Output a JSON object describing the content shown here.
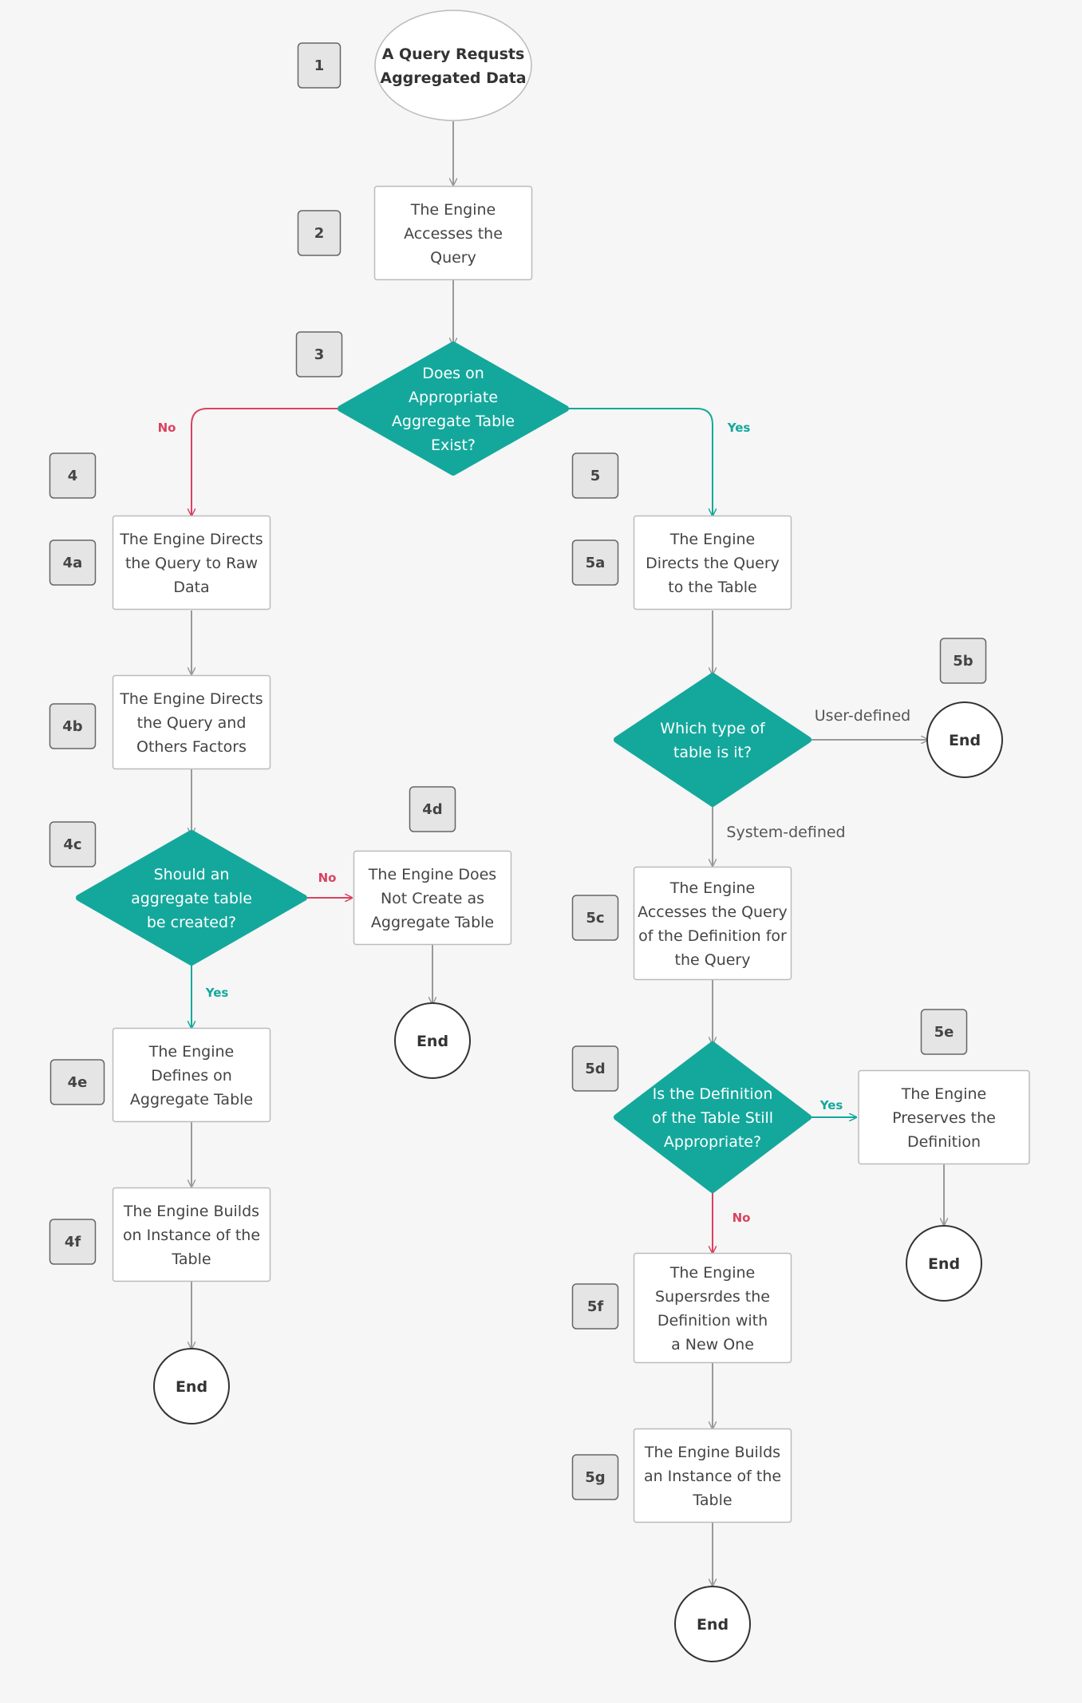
{
  "colors": {
    "teal": "#14a89c",
    "red": "#d9435f",
    "gray_line": "#999999",
    "box_border": "#bbbbbb",
    "step_fill": "#e5e5e5"
  },
  "steps": {
    "s1": "1",
    "s2": "2",
    "s3": "3",
    "s4": "4",
    "s4a": "4a",
    "s4b": "4b",
    "s4c": "4c",
    "s4d": "4d",
    "s4e": "4e",
    "s4f": "4f",
    "s5": "5",
    "s5a": "5a",
    "s5b": "5b",
    "s5c": "5c",
    "s5d": "5d",
    "s5e": "5e",
    "s5f": "5f",
    "s5g": "5g"
  },
  "nodes": {
    "start": [
      "A Query Requsts",
      "Aggregated Data"
    ],
    "n2": [
      "The Engine",
      "Accesses the",
      "Query"
    ],
    "d3": [
      "Does on",
      "Appropriate",
      "Aggregate Table",
      "Exist?"
    ],
    "n4a": [
      "The Engine Directs",
      "the Query to Raw",
      "Data"
    ],
    "n4b": [
      "The Engine Directs",
      "the Query and",
      "Others Factors"
    ],
    "d4c": [
      "Should an",
      "aggregate table",
      "be created?"
    ],
    "n4d": [
      "The Engine Does",
      "Not Create as",
      "Aggregate Table"
    ],
    "n4e": [
      "The Engine",
      "Defines on",
      "Aggregate Table"
    ],
    "n4f": [
      "The Engine Builds",
      "on Instance of the",
      "Table"
    ],
    "n5a": [
      "The Engine",
      "Directs the Query",
      "to the Table"
    ],
    "d5b": [
      "Which type of",
      "table is it?"
    ],
    "n5c": [
      "The Engine",
      "Accesses the Query",
      "of the Definition for",
      "the Query"
    ],
    "d5d": [
      "Is the Definition",
      "of the Table Still",
      "Appropriate?"
    ],
    "n5e": [
      "The Engine",
      "Preserves the",
      "Definition"
    ],
    "n5f": [
      "The Engine",
      "Supersrdes the",
      "Definition with",
      "a New One"
    ],
    "n5g": [
      "The Engine Builds",
      "an Instance of the",
      "Table"
    ],
    "end_label": "End"
  },
  "edge_labels": {
    "d3_no": "No",
    "d3_yes": "Yes",
    "d4c_no": "No",
    "d4c_yes": "Yes",
    "d5b_user": "User-defined",
    "d5b_system": "System-defined",
    "d5d_yes": "Yes",
    "d5d_no": "No"
  }
}
